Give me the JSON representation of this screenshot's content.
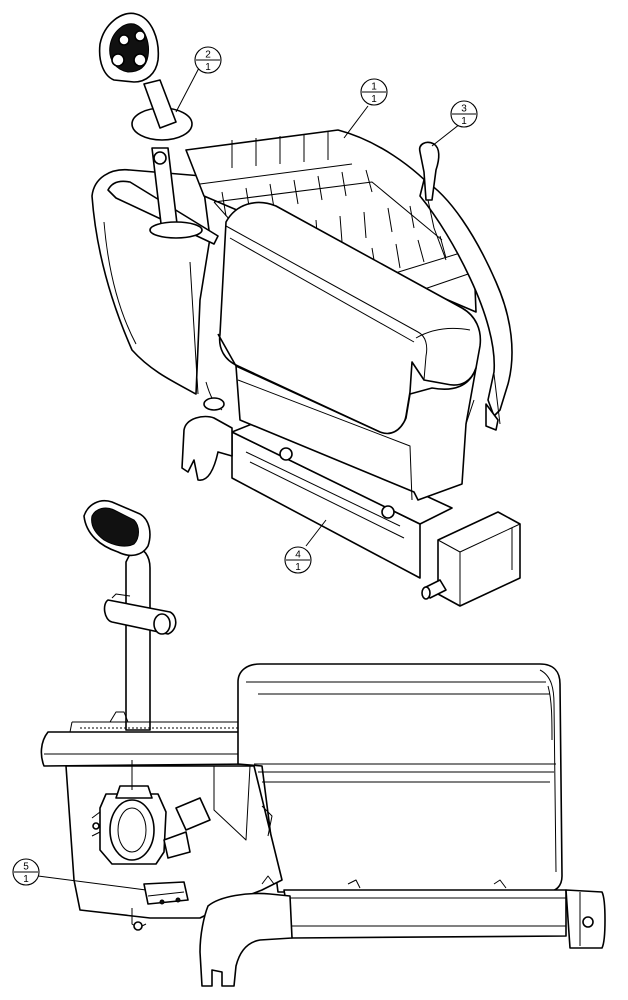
{
  "callouts": [
    {
      "item": "1",
      "qty": "1"
    },
    {
      "item": "2",
      "qty": "1"
    },
    {
      "item": "3",
      "qty": "1"
    },
    {
      "item": "4",
      "qty": "1"
    },
    {
      "item": "5",
      "qty": "1"
    }
  ]
}
